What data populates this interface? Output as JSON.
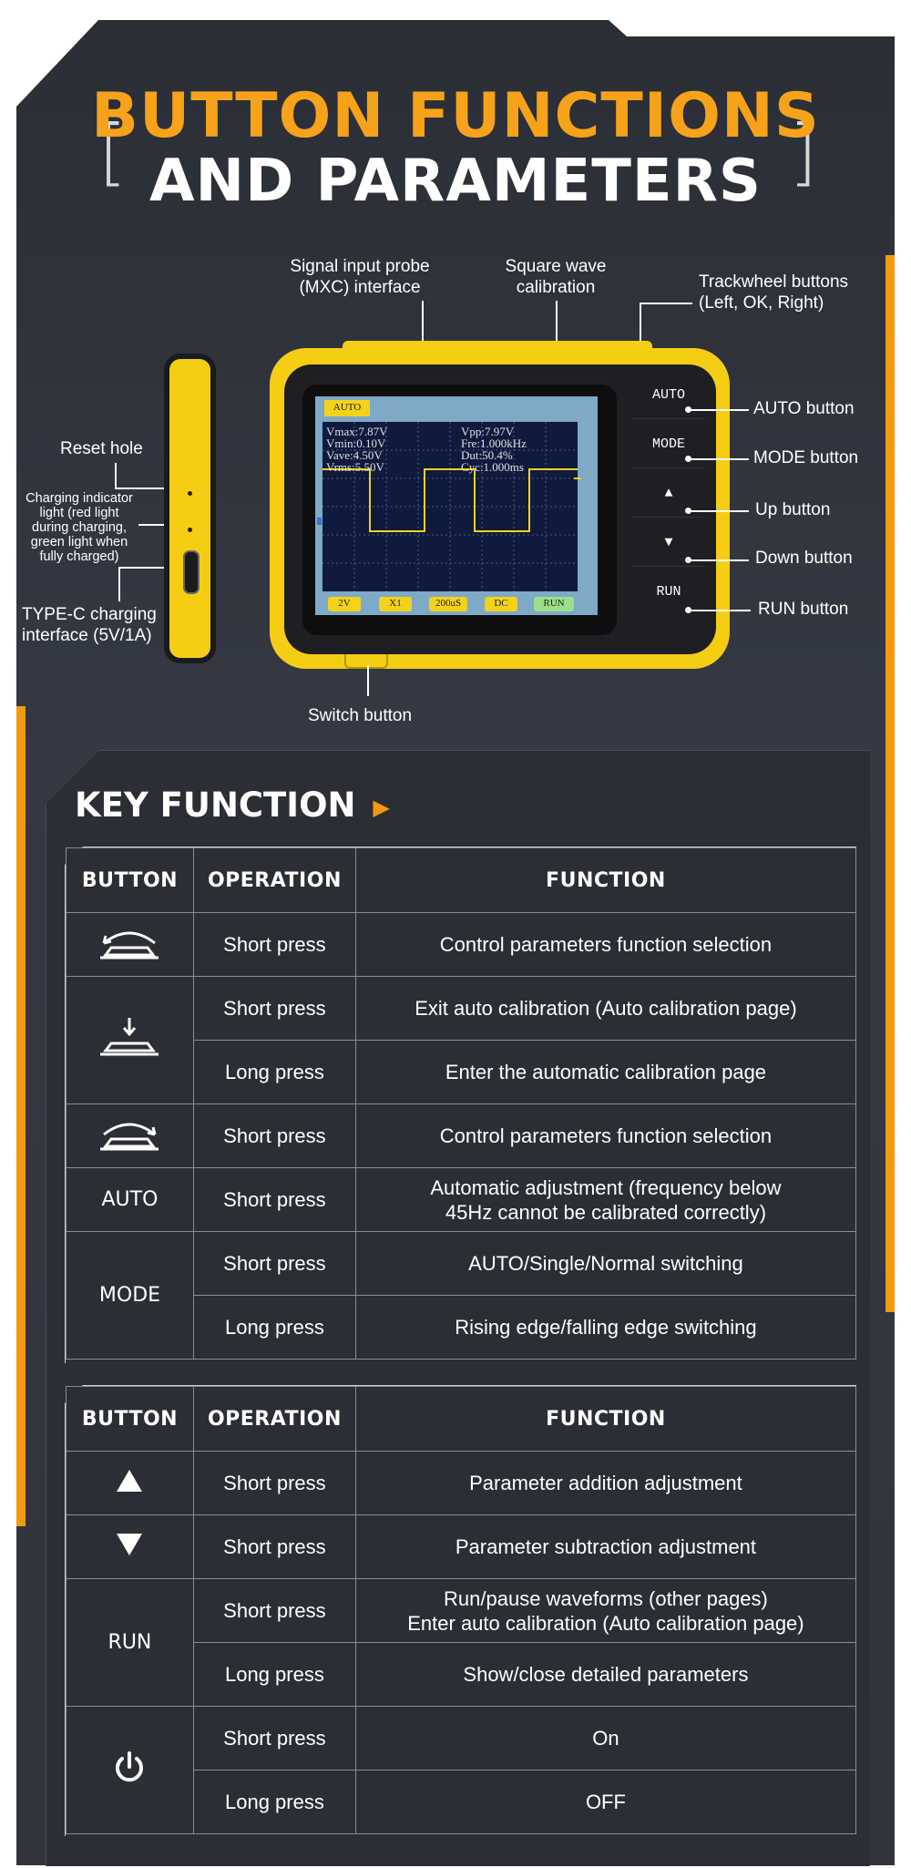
{
  "header": {
    "title_line1": "BUTTON FUNCTIONS",
    "title_line2": "AND PARAMETERS",
    "bracket_left": "[",
    "bracket_right": "]"
  },
  "callouts": {
    "probe": "Signal input probe (MXC) interface",
    "square": "Square wave calibration",
    "trackwheel": "Trackwheel buttons (Left, OK, Right)",
    "reset": "Reset hole",
    "charging_indicator": "Charging indicator light (red light during charging, green light when fully charged)",
    "typec": "TYPE-C charging interface (5V/1A)",
    "auto": "AUTO button",
    "mode": "MODE button",
    "up": "Up button",
    "down": "Down button",
    "run": "RUN button",
    "switch": "Switch button"
  },
  "device": {
    "screen_badge": "AUTO",
    "readings_left": [
      "Vmax:7.87V",
      "Vmin:0.10V",
      "Vave:4.50V",
      "Vrms:5.50V"
    ],
    "readings_right": [
      "Vpp:7.97V",
      "Fre:1.000kHz",
      "Dut:50.4%",
      "Cyc:1.000ms"
    ],
    "bottom_tags": [
      "2V",
      "X1",
      "200uS",
      "DC",
      "RUN"
    ],
    "buttons": [
      "AUTO",
      "MODE",
      "RUN"
    ]
  },
  "key_function": {
    "title": "KEY FUNCTION",
    "headers": [
      "BUTTON",
      "OPERATION",
      "FUNCTION"
    ],
    "table1": {
      "rows": [
        {
          "operation": "Short press",
          "function": "Control parameters function selection"
        },
        {
          "operation": "Short press",
          "function": "Exit auto calibration (Auto calibration page)"
        },
        {
          "operation": "Long press",
          "function": "Enter the automatic calibration page"
        },
        {
          "operation": "Short press",
          "function": "Control parameters function selection"
        },
        {
          "button": "AUTO",
          "operation": "Short press",
          "function_line1": "Automatic adjustment (frequency below",
          "function_line2": "45Hz cannot be calibrated correctly)"
        },
        {
          "button": "MODE",
          "operation": "Short press",
          "function": "AUTO/Single/Normal switching"
        },
        {
          "operation": "Long press",
          "function": "Rising edge/falling edge switching"
        }
      ]
    },
    "table2": {
      "rows": [
        {
          "operation": "Short press",
          "function": "Parameter addition adjustment"
        },
        {
          "operation": "Short press",
          "function": "Parameter subtraction adjustment"
        },
        {
          "button": "RUN",
          "operation": "Short press",
          "function_line1": "Run/pause waveforms (other pages)",
          "function_line2": "Enter auto calibration (Auto calibration page)"
        },
        {
          "operation": "Long press",
          "function": "Show/close detailed parameters"
        },
        {
          "operation": "Short press",
          "function": "On"
        },
        {
          "operation": "Long press",
          "function": "OFF"
        }
      ]
    }
  },
  "colors": {
    "accent": "#f39a0e",
    "panel": "#30343c",
    "device": "#f6cd15"
  }
}
